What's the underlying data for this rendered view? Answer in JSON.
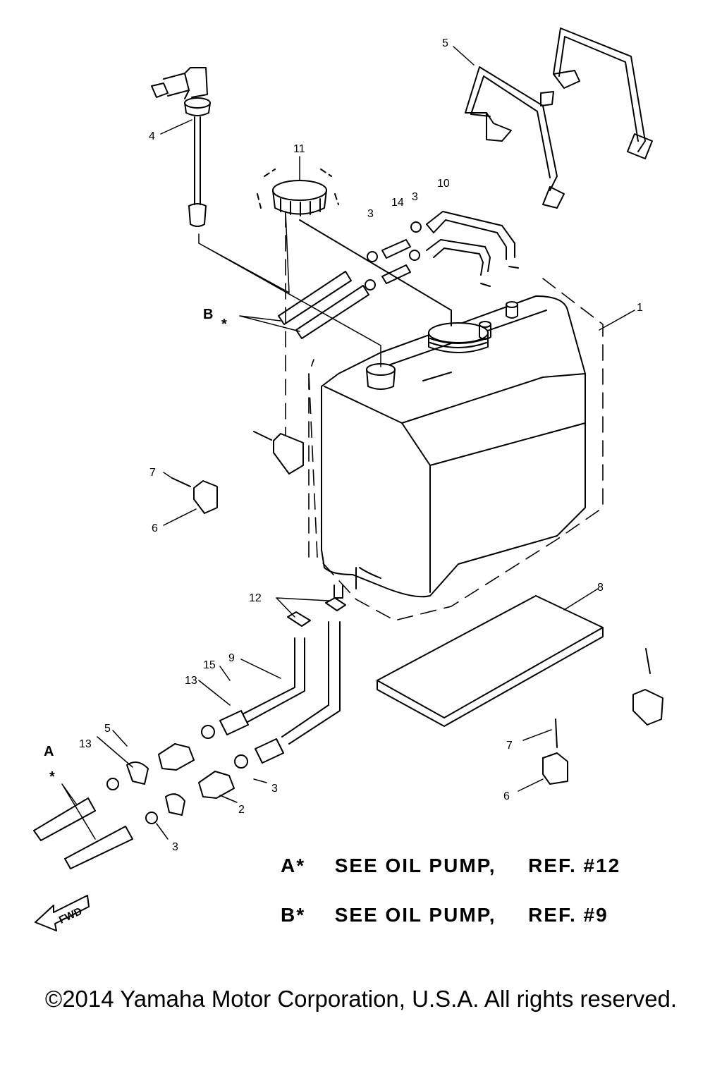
{
  "callouts": {
    "c1": "1",
    "c2": "2",
    "c3a": "3",
    "c3b": "3",
    "c3c": "3",
    "c3d": "3",
    "c4": "4",
    "c5a": "5",
    "c5b": "5",
    "c6a": "6",
    "c6b": "6",
    "c7a": "7",
    "c7b": "7",
    "c8": "8",
    "c9": "9",
    "c10": "10",
    "c11": "11",
    "c12": "12",
    "c13a": "13",
    "c13b": "13",
    "c14": "14",
    "c15": "15"
  },
  "markers": {
    "a_letter": "A",
    "b_letter": "B",
    "star": "*"
  },
  "notes": {
    "a": {
      "ref": "A*",
      "text": "SEE OIL PUMP,",
      "ref_no": "REF. #12"
    },
    "b": {
      "ref": "B*",
      "text": "SEE OIL PUMP,",
      "ref_no": "REF. #9"
    }
  },
  "fwd_label": "FWD",
  "copyright": "©2014 Yamaha Motor Corporation, U.S.A. All rights reserved."
}
